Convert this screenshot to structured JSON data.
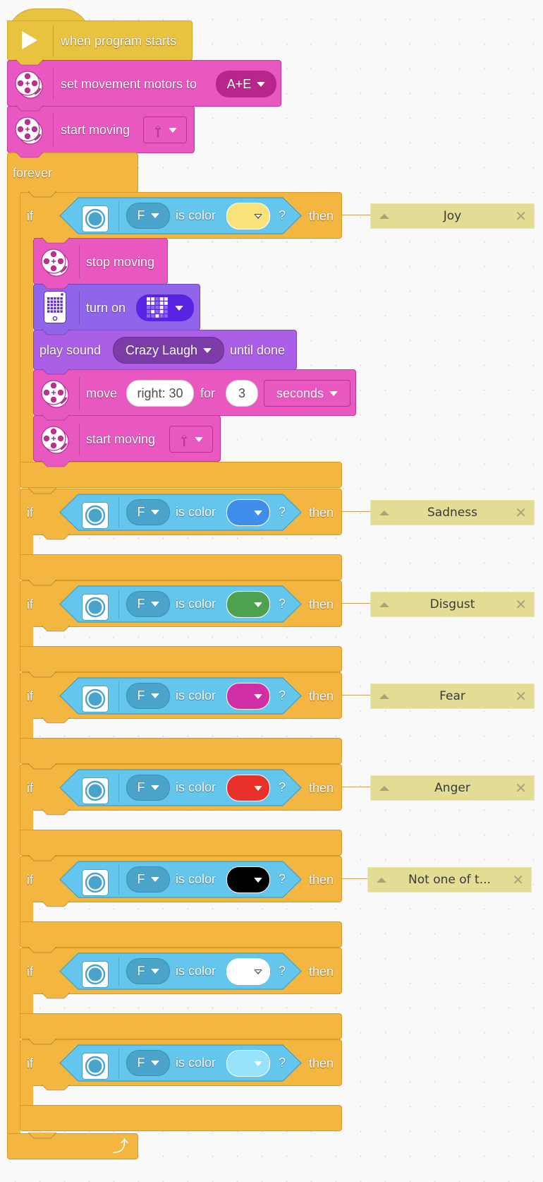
{
  "program": {
    "hat": {
      "label": "when program starts",
      "icon": "play-icon"
    },
    "set_motors": {
      "label": "set movement motors to",
      "value": "A+E",
      "icon": "motor-icon"
    },
    "start_moving": {
      "label": "start moving",
      "value": "↑",
      "icon": "motor-icon"
    },
    "forever": {
      "label": "forever",
      "loop_icon": "loop-arrow-icon"
    },
    "if_common": {
      "if_label": "if",
      "sensor_port": "F",
      "is_color_label": "is color",
      "question": "?",
      "then_label": "then",
      "icon": "color-sensor-icon"
    },
    "if_blocks": [
      {
        "color_name": "yellow",
        "color": "#f9e27a",
        "comment": "Joy",
        "body": [
          {
            "type": "motor",
            "label": "stop moving"
          },
          {
            "type": "display",
            "label": "turn on",
            "value": "light-matrix-pattern"
          },
          {
            "type": "sound",
            "label": "play sound",
            "value": "Crazy Laugh",
            "suffix": "until done"
          },
          {
            "type": "move",
            "label": "move",
            "direction": "right: 30",
            "for_label": "for",
            "amount": "3",
            "unit": "seconds"
          },
          {
            "type": "motor",
            "label": "start moving",
            "value": "↑"
          }
        ]
      },
      {
        "color_name": "blue",
        "color": "#3f8eeb",
        "comment": "Sadness",
        "body": []
      },
      {
        "color_name": "green",
        "color": "#4ea24f",
        "comment": "Disgust",
        "body": []
      },
      {
        "color_name": "magenta",
        "color": "#d02fa6",
        "comment": "Fear",
        "body": []
      },
      {
        "color_name": "red",
        "color": "#e8312b",
        "comment": "Anger",
        "body": []
      },
      {
        "color_name": "black",
        "color": "#000000",
        "comment": "Not one of t...",
        "body": []
      },
      {
        "color_name": "white",
        "color": "#ffffff",
        "comment": null,
        "body": []
      },
      {
        "color_name": "light-blue",
        "color": "#97e3fa",
        "comment": null,
        "body": []
      }
    ]
  },
  "colors": {
    "event": "#e9c23f",
    "motor": "#e957c0",
    "display": "#9065ea",
    "sound": "#ab5fe6",
    "control": "#f2b641",
    "sensor": "#64c6ec",
    "comment": "#e2dc94"
  }
}
